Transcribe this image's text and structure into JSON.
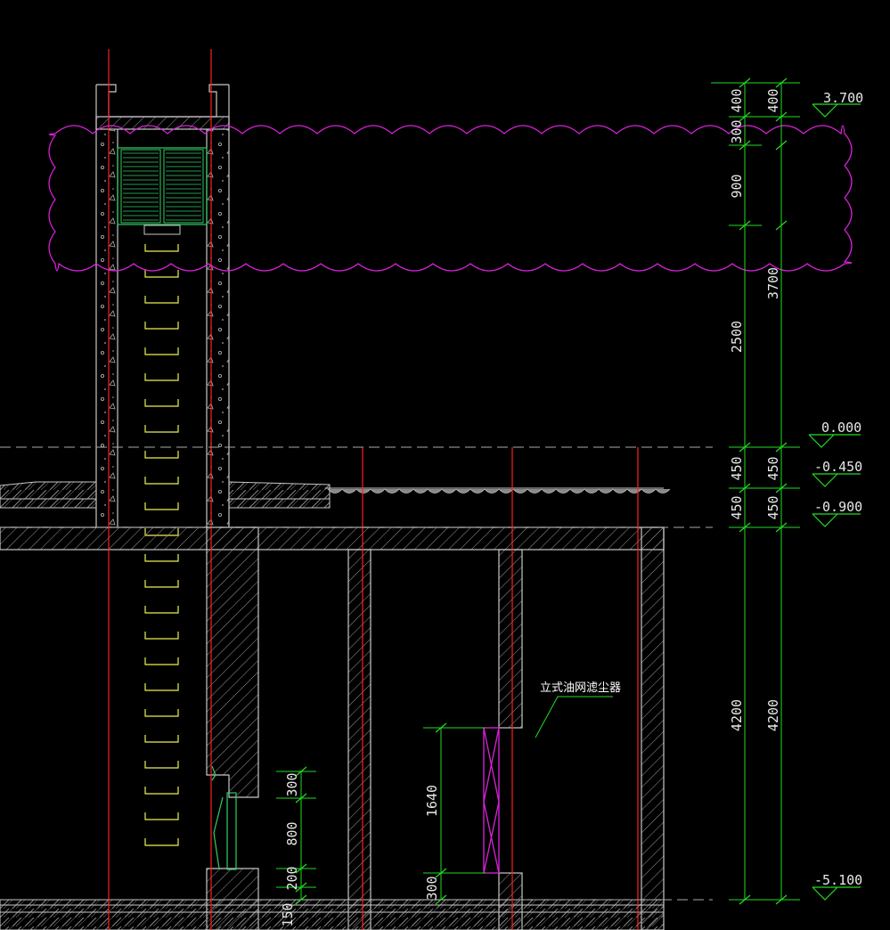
{
  "colors": {
    "background": "#000000",
    "wall_line": "#c8c8c8",
    "axis_line": "#ff2020",
    "dimension": "#22dd22",
    "revision_cloud": "#dd22dd",
    "ladder": "#eeee55",
    "louver": "#33cc66",
    "equipment": "#dd22dd"
  },
  "levels": [
    "3.700",
    "0.000",
    "-0.450",
    "-0.900",
    "-5.100"
  ],
  "dims_outer": [
    "400",
    "300",
    "900",
    "2500",
    "450",
    "450",
    "4200"
  ],
  "dims_inner": [
    "400",
    "3700",
    "450",
    "450",
    "4200"
  ],
  "dims_opening": [
    "300",
    "800",
    "200",
    "150"
  ],
  "dims_filter": [
    "1640",
    "300"
  ],
  "label_filter": "立式油网滤尘器"
}
